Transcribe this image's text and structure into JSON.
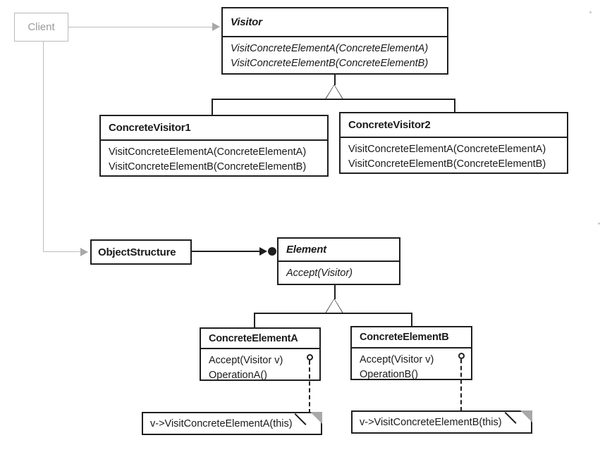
{
  "diagram": {
    "title": "Visitor pattern UML class diagram",
    "type": "uml-class-diagram"
  },
  "client": {
    "label": "Client",
    "color": "#9a9a9a"
  },
  "classes": {
    "visitor": {
      "name": "Visitor",
      "abstract": true,
      "operations": [
        "VisitConcreteElementA(ConcreteElementA)",
        "VisitConcreteElementB(ConcreteElementB)"
      ]
    },
    "concrete_visitor_1": {
      "name": "ConcreteVisitor1",
      "abstract": false,
      "operations": [
        "VisitConcreteElementA(ConcreteElementA)",
        "VisitConcreteElementB(ConcreteElementB)"
      ]
    },
    "concrete_visitor_2": {
      "name": "ConcreteVisitor2",
      "abstract": false,
      "operations": [
        "VisitConcreteElementA(ConcreteElementA)",
        "VisitConcreteElementB(ConcreteElementB)"
      ]
    },
    "object_structure": {
      "name": "ObjectStructure",
      "abstract": false,
      "operations": []
    },
    "element": {
      "name": "Element",
      "abstract": true,
      "operations": [
        "Accept(Visitor)"
      ]
    },
    "concrete_element_a": {
      "name": "ConcreteElementA",
      "abstract": false,
      "operations": [
        "Accept(Visitor v)",
        "OperationA()"
      ]
    },
    "concrete_element_b": {
      "name": "ConcreteElementB",
      "abstract": false,
      "operations": [
        "Accept(Visitor v)",
        "OperationB()"
      ]
    }
  },
  "notes": {
    "note_a": "v->VisitConcreteElementA(this)",
    "note_b": "v->VisitConcreteElementB(this)"
  },
  "relationships": [
    {
      "from": "Client",
      "to": "Visitor",
      "kind": "association-arrow"
    },
    {
      "from": "Client",
      "to": "ObjectStructure",
      "kind": "association-arrow"
    },
    {
      "from": "ConcreteVisitor1",
      "to": "Visitor",
      "kind": "inheritance"
    },
    {
      "from": "ConcreteVisitor2",
      "to": "Visitor",
      "kind": "inheritance"
    },
    {
      "from": "ObjectStructure",
      "to": "Element",
      "kind": "aggregation-arrow"
    },
    {
      "from": "ConcreteElementA",
      "to": "Element",
      "kind": "inheritance"
    },
    {
      "from": "ConcreteElementB",
      "to": "Element",
      "kind": "inheritance"
    },
    {
      "from": "ConcreteElementA.Accept",
      "to": "note_a",
      "kind": "note-link"
    },
    {
      "from": "ConcreteElementB.Accept",
      "to": "note_b",
      "kind": "note-link"
    }
  ],
  "colors": {
    "stroke": "#1f1f1f",
    "faded_stroke": "#bdbdbd",
    "fold_fill": "#a8a8a8",
    "background": "#ffffff"
  }
}
